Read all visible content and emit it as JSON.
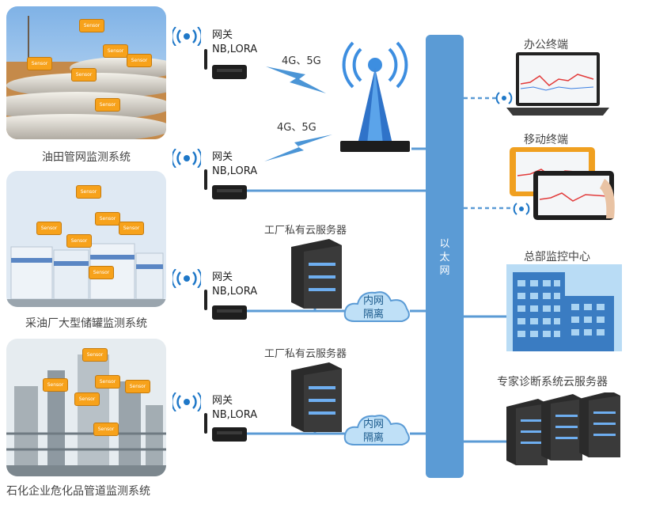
{
  "sites": [
    {
      "caption": "油田管网监测系统"
    },
    {
      "caption": "采油厂大型储罐监测系统"
    },
    {
      "caption": "石化企业危化品管道监测系统"
    }
  ],
  "sensor_label": "Sensor",
  "gateways": [
    {
      "title": "网关",
      "protocols": "NB,LORA"
    },
    {
      "title": "网关",
      "protocols": "NB,LORA"
    },
    {
      "title": "网关",
      "protocols": "NB,LORA"
    },
    {
      "title": "网关",
      "protocols": "NB,LORA"
    }
  ],
  "wireless": [
    "4G、5G",
    "4G、5G"
  ],
  "private_cloud": [
    "工厂私有云服务器",
    "工厂私有云服务器"
  ],
  "intranet": [
    "内网\n隔离",
    "内网\n隔离"
  ],
  "bus_label": "以\n太\n网",
  "terminals": {
    "office": "办公终端",
    "mobile": "移动终端",
    "hq": "总部监控中心",
    "expert": "专家诊断系统云服务器"
  },
  "colors": {
    "line": "#5b9bd5",
    "bus": "#5b9bd5",
    "sensor": "#f7a21b",
    "wifi": "#1f78c8"
  }
}
